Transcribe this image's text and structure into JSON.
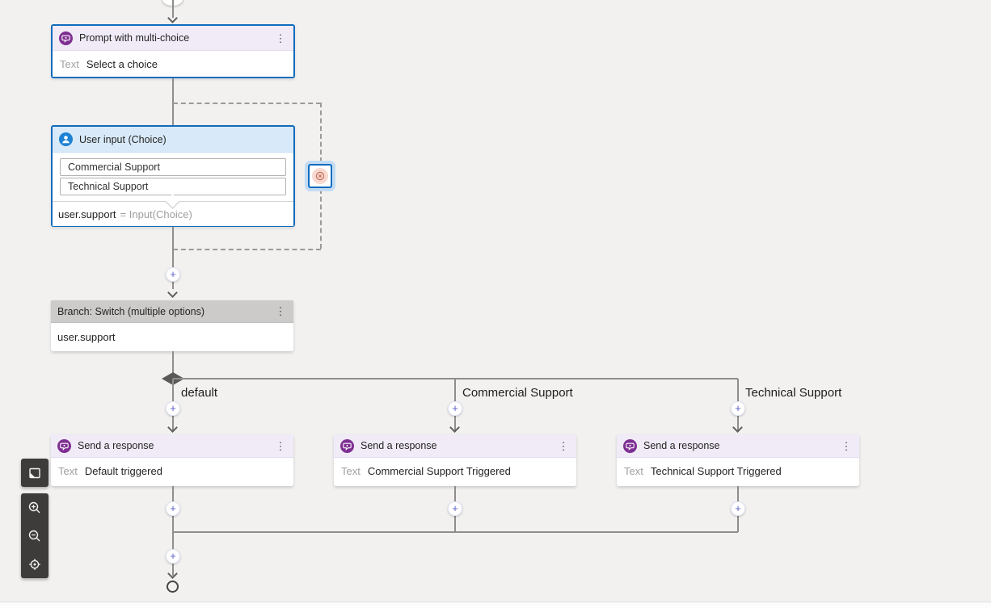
{
  "glyphs": {
    "plus": "+",
    "kebab": "⋮"
  },
  "colors": {
    "selection_blue": "#0f6cbd",
    "prompt_purple": "#7e2f92",
    "user_input_blue": "#1d82d4",
    "plus_accent": "#5b5fc7",
    "cancel_salmon": "#c96f5a",
    "canvas_background": "#f2f1f0"
  },
  "nodes": {
    "prompt": {
      "title": "Prompt with multi-choice",
      "icon": "message-icon",
      "body_label": "Text",
      "body_value": "Select a choice"
    },
    "user_input": {
      "title": "User input (Choice)",
      "icon": "person-icon",
      "options": [
        "Commercial Support",
        "Technical Support"
      ],
      "variable": "user.support",
      "assignment": "= Input(Choice)"
    },
    "loop_target": {
      "icon": "cancel-circle-icon"
    },
    "branch": {
      "title": "Branch: Switch (multiple options)",
      "condition": "user.support",
      "cases": [
        "default",
        "Commercial Support",
        "Technical Support"
      ]
    },
    "responses": [
      {
        "title": "Send a response",
        "body_label": "Text",
        "body_value": "Default triggered"
      },
      {
        "title": "Send a response",
        "body_label": "Text",
        "body_value": "Commercial Support Triggered"
      },
      {
        "title": "Send a response",
        "body_label": "Text",
        "body_value": "Technical Support Triggered"
      }
    ]
  },
  "toolbar": {
    "items": [
      "minimap",
      "zoom-in",
      "zoom-out",
      "reset-view"
    ]
  }
}
